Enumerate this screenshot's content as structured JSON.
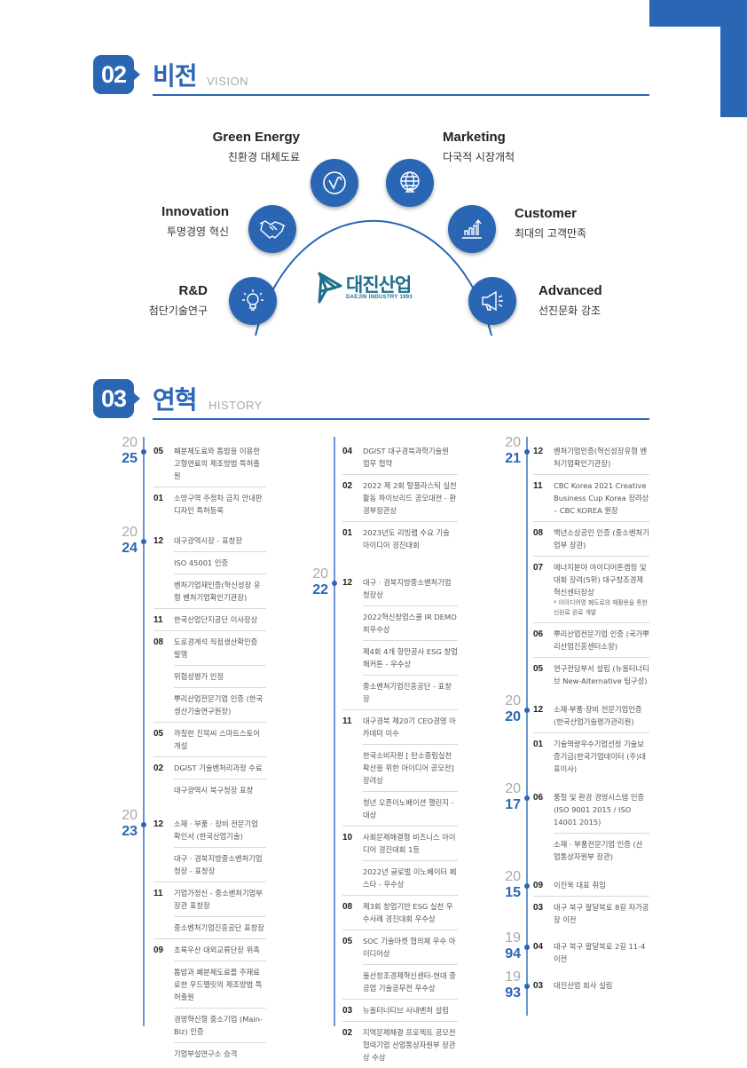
{
  "vision": {
    "number": "02",
    "title": "비전",
    "subtitle": "VISION",
    "items": [
      {
        "en": "Green Energy",
        "ko": "친환경 대체도료",
        "icon": "leaf-check-icon"
      },
      {
        "en": "Marketing",
        "ko": "다국적 시장개척",
        "icon": "globe-icon"
      },
      {
        "en": "Innovation",
        "ko": "투명경영 혁신",
        "icon": "handshake-icon"
      },
      {
        "en": "Customer",
        "ko": "최대의 고객만족",
        "icon": "growth-chart-icon"
      },
      {
        "en": "R&D",
        "ko": "첨단기술연구",
        "icon": "lightbulb-icon"
      },
      {
        "en": "Advanced",
        "ko": "선진문화 강조",
        "icon": "megaphone-icon"
      }
    ],
    "logo": {
      "ko": "대진산업",
      "en": "DAEJIN INDUSTRY 1993"
    }
  },
  "history": {
    "number": "03",
    "title": "연혁",
    "subtitle": "HISTORY",
    "columns": [
      [
        {
          "century": "20",
          "year": "25",
          "months": [
            {
              "m": "05",
              "items": [
                "폐분체도료와 톱밥을 이용한 고형연료의 제조방법 특허출원"
              ]
            },
            {
              "m": "01",
              "items": [
                "소방구역 주정차 금지 안내판 디자인 특허등록"
              ]
            }
          ]
        },
        {
          "century": "20",
          "year": "24",
          "months": [
            {
              "m": "12",
              "items": [
                "대구광역시장 - 표창장",
                "ISO 45001 인증",
                "벤처기업재인증(혁신성장 유형 벤처기업확인기관장)"
              ]
            },
            {
              "m": "11",
              "items": [
                "한국산업단지공단 이사장상"
              ]
            },
            {
              "m": "08",
              "items": [
                "도로경계석 직접생산확인증 발행",
                "위험성평가 인정",
                "뿌리산업전문기업 인증 (한국생산기술연구원장)"
              ]
            },
            {
              "m": "05",
              "items": [
                "까칠한 진목씨 스마트스토어 개설"
              ]
            },
            {
              "m": "02",
              "items": [
                "DGIST 기술벤처리과정 수료",
                "대구광역시 북구청장 표창"
              ]
            }
          ]
        },
        {
          "century": "20",
          "year": "23",
          "months": [
            {
              "m": "12",
              "items": [
                "소재 · 부품 · 장비 전문기업 확인서 (한국산업기술)",
                "대구 · 경북지방중소벤처기업 청장 - 표창장"
              ]
            },
            {
              "m": "11",
              "items": [
                "기업가정신 - 중소벤처기업부 장관 표창장",
                "중소벤처기업진흥공단 표창장"
              ]
            },
            {
              "m": "09",
              "items": [
                "초록우산 대외교류단장 위촉",
                "톱밥과 폐분체도료를 주재료로한 우드펠릿의 제조방법 특허출원",
                "경영혁신형 중소기업 (Main-Biz) 인증",
                "기업부설연구소 승격"
              ]
            }
          ]
        }
      ],
      [
        {
          "months": [
            {
              "m": "04",
              "items": [
                "DGIST 대구경북과학기술원 업무 협약"
              ]
            },
            {
              "m": "02",
              "items": [
                "2022 제 2회 탈플라스틱 실천 활동 하이브리드 공모대전 - 환경부장관상"
              ]
            },
            {
              "m": "01",
              "items": [
                "2023년도 리빙랩 수요 기술 아이디어 경진대회"
              ]
            }
          ]
        },
        {
          "century": "20",
          "year": "22",
          "months": [
            {
              "m": "12",
              "items": [
                "대구 · 경북지방중소벤처기업 청장상",
                "2022혁신창업스쿨 IR DEMO 최우수상",
                "제4회 4개 항만공사 ESG 창업 해커톤 - 우수상",
                "중소벤처기업진흥공단 - 표창장"
              ]
            },
            {
              "m": "11",
              "items": [
                "대구경북 제20기 CEO경영 아카데미 이수",
                "한국소비자원 [ 탄소중립실천 확산을 위한 아이디어 공모전] 장려상",
                "청년 오픈이노베이션 챌린지 - 대상"
              ]
            },
            {
              "m": "10",
              "items": [
                "사회문제해결형 비즈니스 아이디어 경진대회 1등",
                "2022년 글로벌 이노베이터 페스타 - 우수상"
              ]
            },
            {
              "m": "08",
              "items": [
                "제3회 창업기반 ESG 실천 우수사례 경진대회 우수상"
              ]
            },
            {
              "m": "05",
              "items": [
                "SOC 기술마켓 협의체 우수 아이디어상",
                "울산창조경제혁신센터-현대 중공업 기술공무전 우수상"
              ]
            },
            {
              "m": "03",
              "items": [
                "뉴올터너티브 사내벤처 설립"
              ]
            },
            {
              "m": "02",
              "items": [
                "지역문제해결 프로젝트 공모전 협력기업 산업통상자원부 장관상 수상"
              ]
            }
          ]
        }
      ],
      [
        {
          "century": "20",
          "year": "21",
          "months": [
            {
              "m": "12",
              "items": [
                "벤처기업인증(혁신성장유형 벤처기업확인기관장)"
              ]
            },
            {
              "m": "11",
              "items": [
                "CBC Korea 2021 Creative Business Cup Korea 장려상 – CBC KOREA 원장"
              ]
            },
            {
              "m": "08",
              "items": [
                "백년소상공인 인증 (중소벤처기업부 장관)"
              ]
            },
            {
              "m": "07",
              "items": [
                "에너지분야 아이디어톤캠핑 및 대회 장려(5위) 대구창조경제혁신센터장상"
              ],
              "note": "* 아이디어명 폐도료의 재활용을 통한 신원료 원료 개발"
            },
            {
              "m": "06",
              "items": [
                "뿌리산업전문기업 인증 (국가뿌리산업진흥센터소장)"
              ]
            },
            {
              "m": "05",
              "items": [
                "연구전담부서 설립 (뉴올터너티브 New-Alternative 팀구성)"
              ]
            }
          ]
        },
        {
          "century": "20",
          "year": "20",
          "months": [
            {
              "m": "12",
              "items": [
                "소재·부품·장비 전문기업인증 (한국산업기술평가관리원)"
              ]
            },
            {
              "m": "01",
              "items": [
                "기술역량우수기업선정 기술보증기금(한국기업데이터 (주)대표이사)"
              ]
            }
          ]
        },
        {
          "century": "20",
          "year": "17",
          "months": [
            {
              "m": "06",
              "items": [
                "품질 및 환경 경영시스템 인증 (ISO 9001 2015 / ISO 14001 2015)",
                "소재 · 부품전문기업 인증 (산업통상자원부 장관)"
              ]
            }
          ]
        },
        {
          "century": "20",
          "year": "15",
          "months": [
            {
              "m": "09",
              "items": [
                "이진욱 대표 취임"
              ]
            },
            {
              "m": "03",
              "items": [
                "대구 북구 팔달북로 8길 자가공장 이전"
              ]
            }
          ]
        },
        {
          "century": "19",
          "year": "94",
          "months": [
            {
              "m": "04",
              "items": [
                "대구 북구 팔달북로 2길 11-4 이전"
              ]
            }
          ]
        },
        {
          "century": "19",
          "year": "93",
          "months": [
            {
              "m": "03",
              "items": [
                "대진산업 회사 설립"
              ]
            }
          ]
        }
      ]
    ]
  },
  "colors": {
    "primary": "#2a66b4",
    "logo": "#1f6e8c"
  }
}
